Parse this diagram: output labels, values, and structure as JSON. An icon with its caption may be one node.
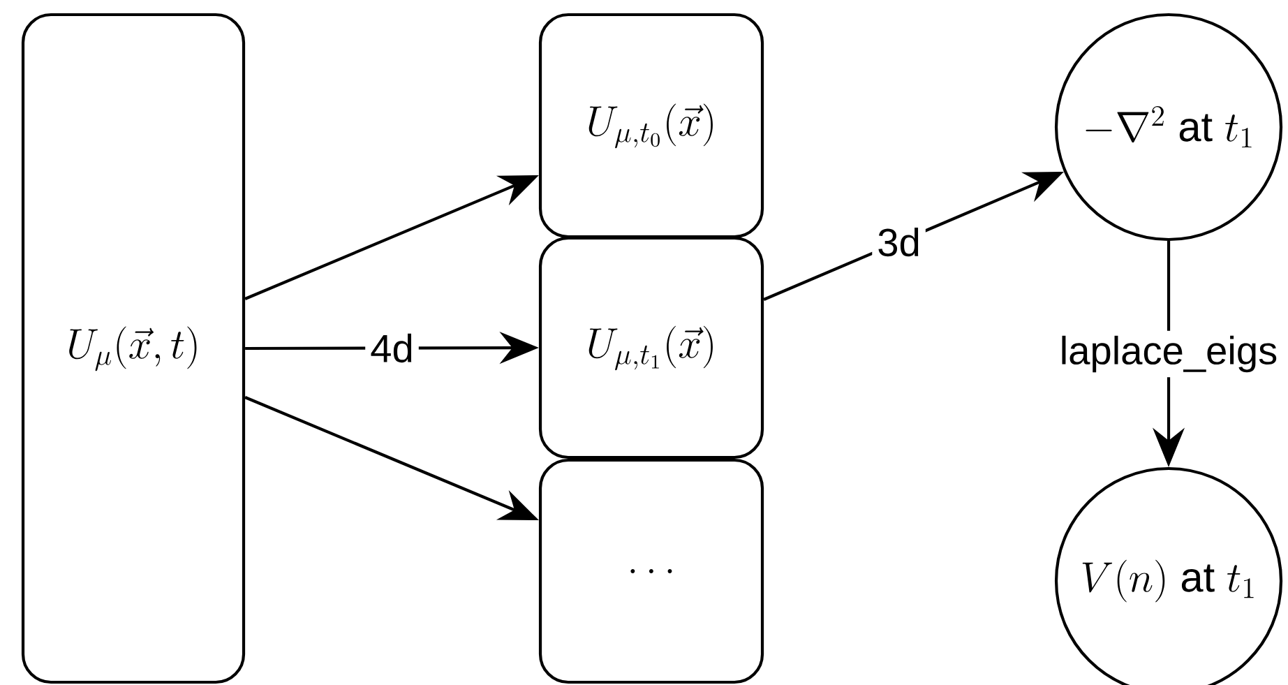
{
  "diagram": {
    "nodes": [
      {
        "text": [
          "U_\\mu(\\vec{x},t)"
        ]
      },
      {
        "text": [
          "U_{\\mu,t_0}(\\vec{x})"
        ]
      },
      {
        "text": [
          "U_{\\mu,t_1}(\\vec{x})"
        ]
      },
      {
        "text": [
          "\\dots"
        ]
      },
      {
        "text": [
          "-\\nabla^2\\ \\mathrm{at}\\ t_1"
        ]
      },
      {
        "text": [
          "V(n)\\ \\mathrm{at}\\ t_1"
        ]
      }
    ],
    "edges": [
      {
        "from": 0,
        "to": 1,
        "arrow": "to"
      },
      {
        "from": 0,
        "to": 2,
        "arrow": "to",
        "label": "4d"
      },
      {
        "from": 0,
        "to": 3,
        "arrow": "to"
      },
      {
        "from": 2,
        "to": 4,
        "arrow": "to",
        "label": "3d"
      },
      {
        "from": 4,
        "to": 5,
        "arrow": "to",
        "label": "laplace_eigs"
      }
    ]
  }
}
